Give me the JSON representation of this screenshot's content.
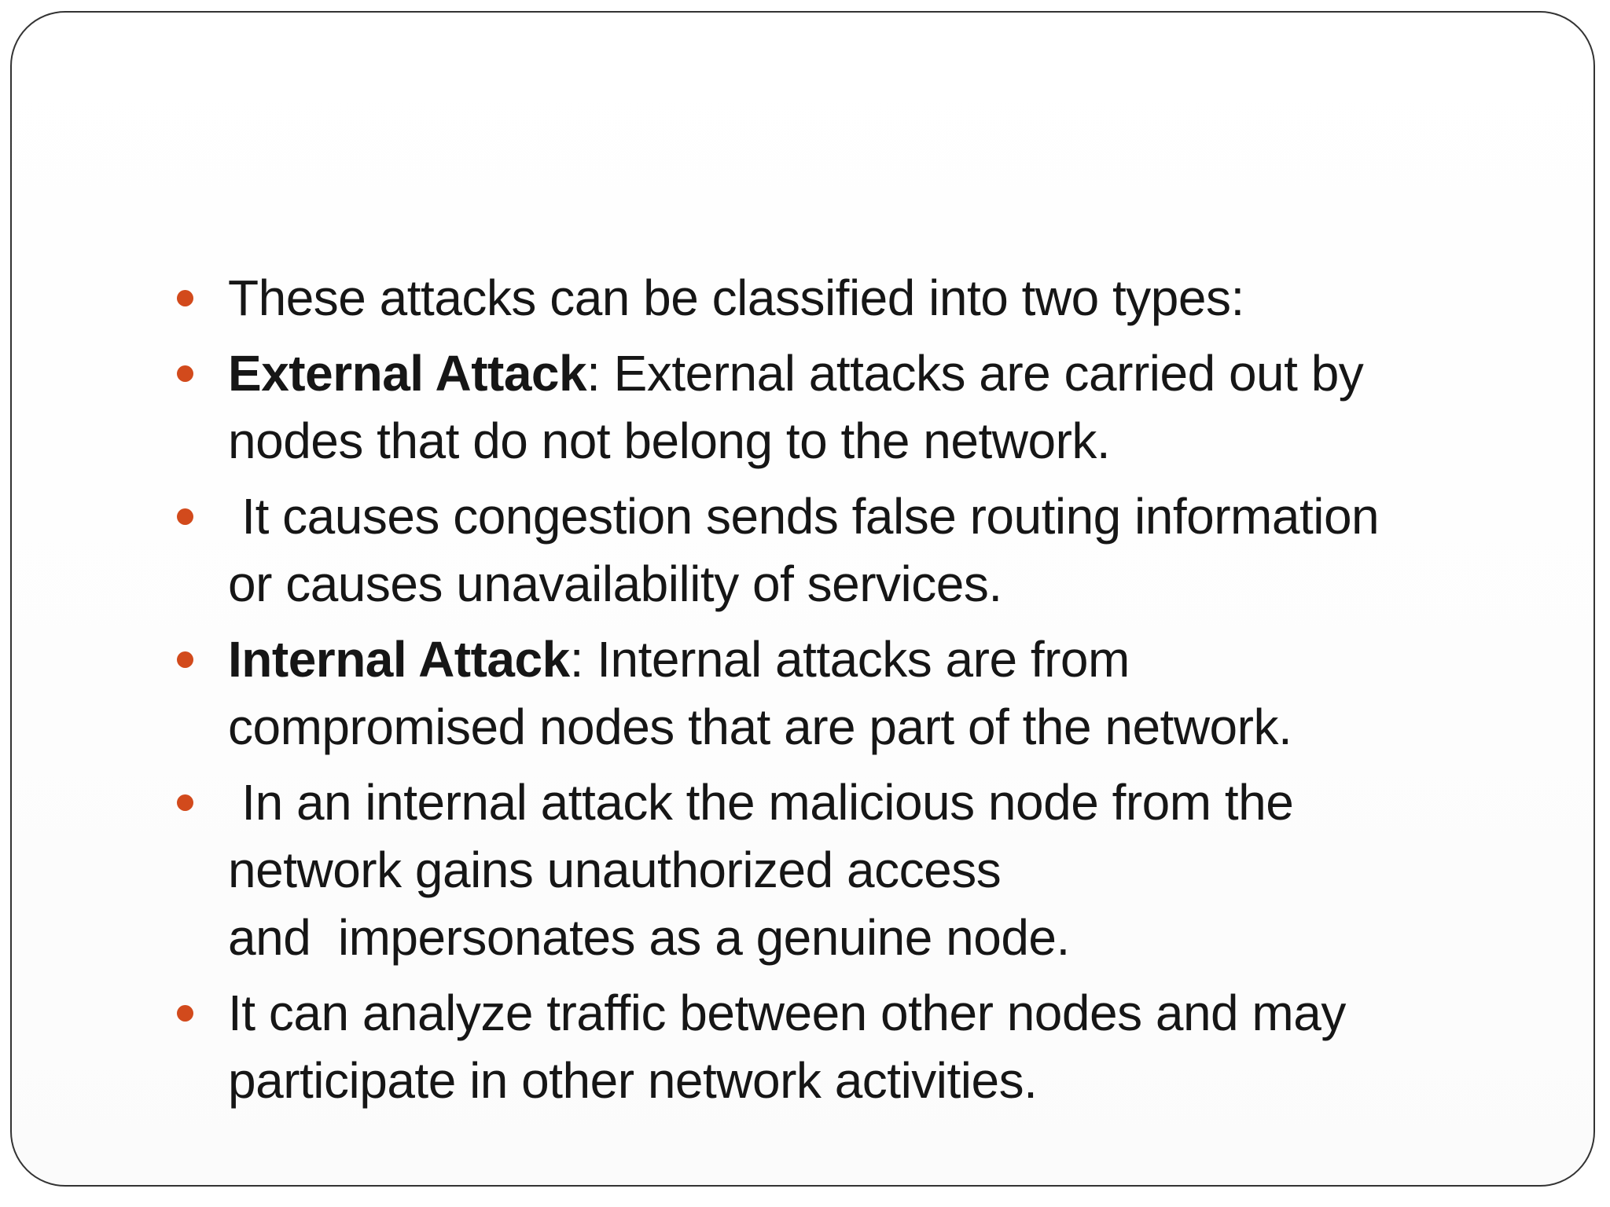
{
  "slide": {
    "type": "presentation-slide",
    "background_color": "#ffffff",
    "border_color": "#333333",
    "text_color": "#161616",
    "bullet_color": "#d24a1c",
    "bullets": [
      {
        "bold_prefix": "",
        "text": "These attacks can be classified into two types:"
      },
      {
        "bold_prefix": "External Attack",
        "text": ": External attacks are carried out by\nnodes that do not belong to the network."
      },
      {
        "bold_prefix": "",
        "text": " It causes congestion sends false routing information\nor causes unavailability of services."
      },
      {
        "bold_prefix": "Internal Attack",
        "text": ": Internal attacks are from\ncompromised nodes that are part of the network."
      },
      {
        "bold_prefix": "",
        "text": " In an internal attack the malicious node from the\nnetwork gains unauthorized access\nand  impersonates as a genuine node."
      },
      {
        "bold_prefix": "",
        "text": "It can analyze traffic between other nodes and may\nparticipate in other network activities."
      }
    ]
  }
}
